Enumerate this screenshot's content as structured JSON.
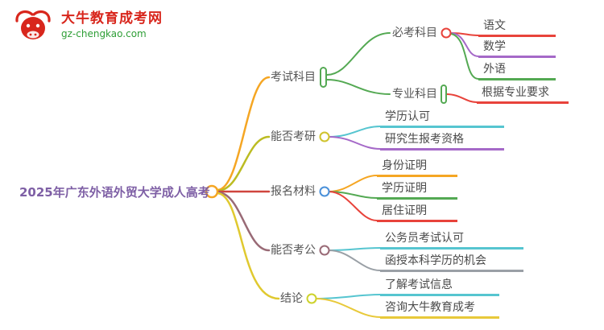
{
  "logo": {
    "site_name": "大牛教育成考网",
    "site_url": "gz-chengkao.com"
  },
  "mindmap": {
    "root": "2025年广东外语外贸大学成人高考",
    "branches": [
      {
        "label": "考试科目",
        "children": [
          {
            "label": "必考科目",
            "children": [
              {
                "label": "语文"
              },
              {
                "label": "数学"
              },
              {
                "label": "外语"
              }
            ]
          },
          {
            "label": "专业科目",
            "children": [
              {
                "label": "根据专业要求"
              }
            ]
          }
        ]
      },
      {
        "label": "能否考研",
        "children": [
          {
            "label": "学历认可"
          },
          {
            "label": "研究生报考资格"
          }
        ]
      },
      {
        "label": "报名材料",
        "children": [
          {
            "label": "身份证明"
          },
          {
            "label": "学历证明"
          },
          {
            "label": "居住证明"
          }
        ]
      },
      {
        "label": "能否考公",
        "children": [
          {
            "label": "公务员考试认可"
          },
          {
            "label": "函授本科学历的机会"
          }
        ]
      },
      {
        "label": "结论",
        "children": [
          {
            "label": "了解考试信息"
          },
          {
            "label": "咨询大牛教育成考"
          }
        ]
      }
    ]
  },
  "colors": {
    "orange": "#f5a623",
    "green": "#54a953",
    "red": "#e8433b",
    "purple": "#a569c8",
    "cyan": "#56c5d0",
    "olive": "#bcbc22",
    "blue": "#4a90d9",
    "mauve": "#996a76",
    "lime": "#cdd22b",
    "yellow": "#e8c93a",
    "gray": "#9aa0a6",
    "root_text": "#7e5fa5",
    "logo_red": "#d8261c",
    "logo_green": "#2e9e36"
  }
}
